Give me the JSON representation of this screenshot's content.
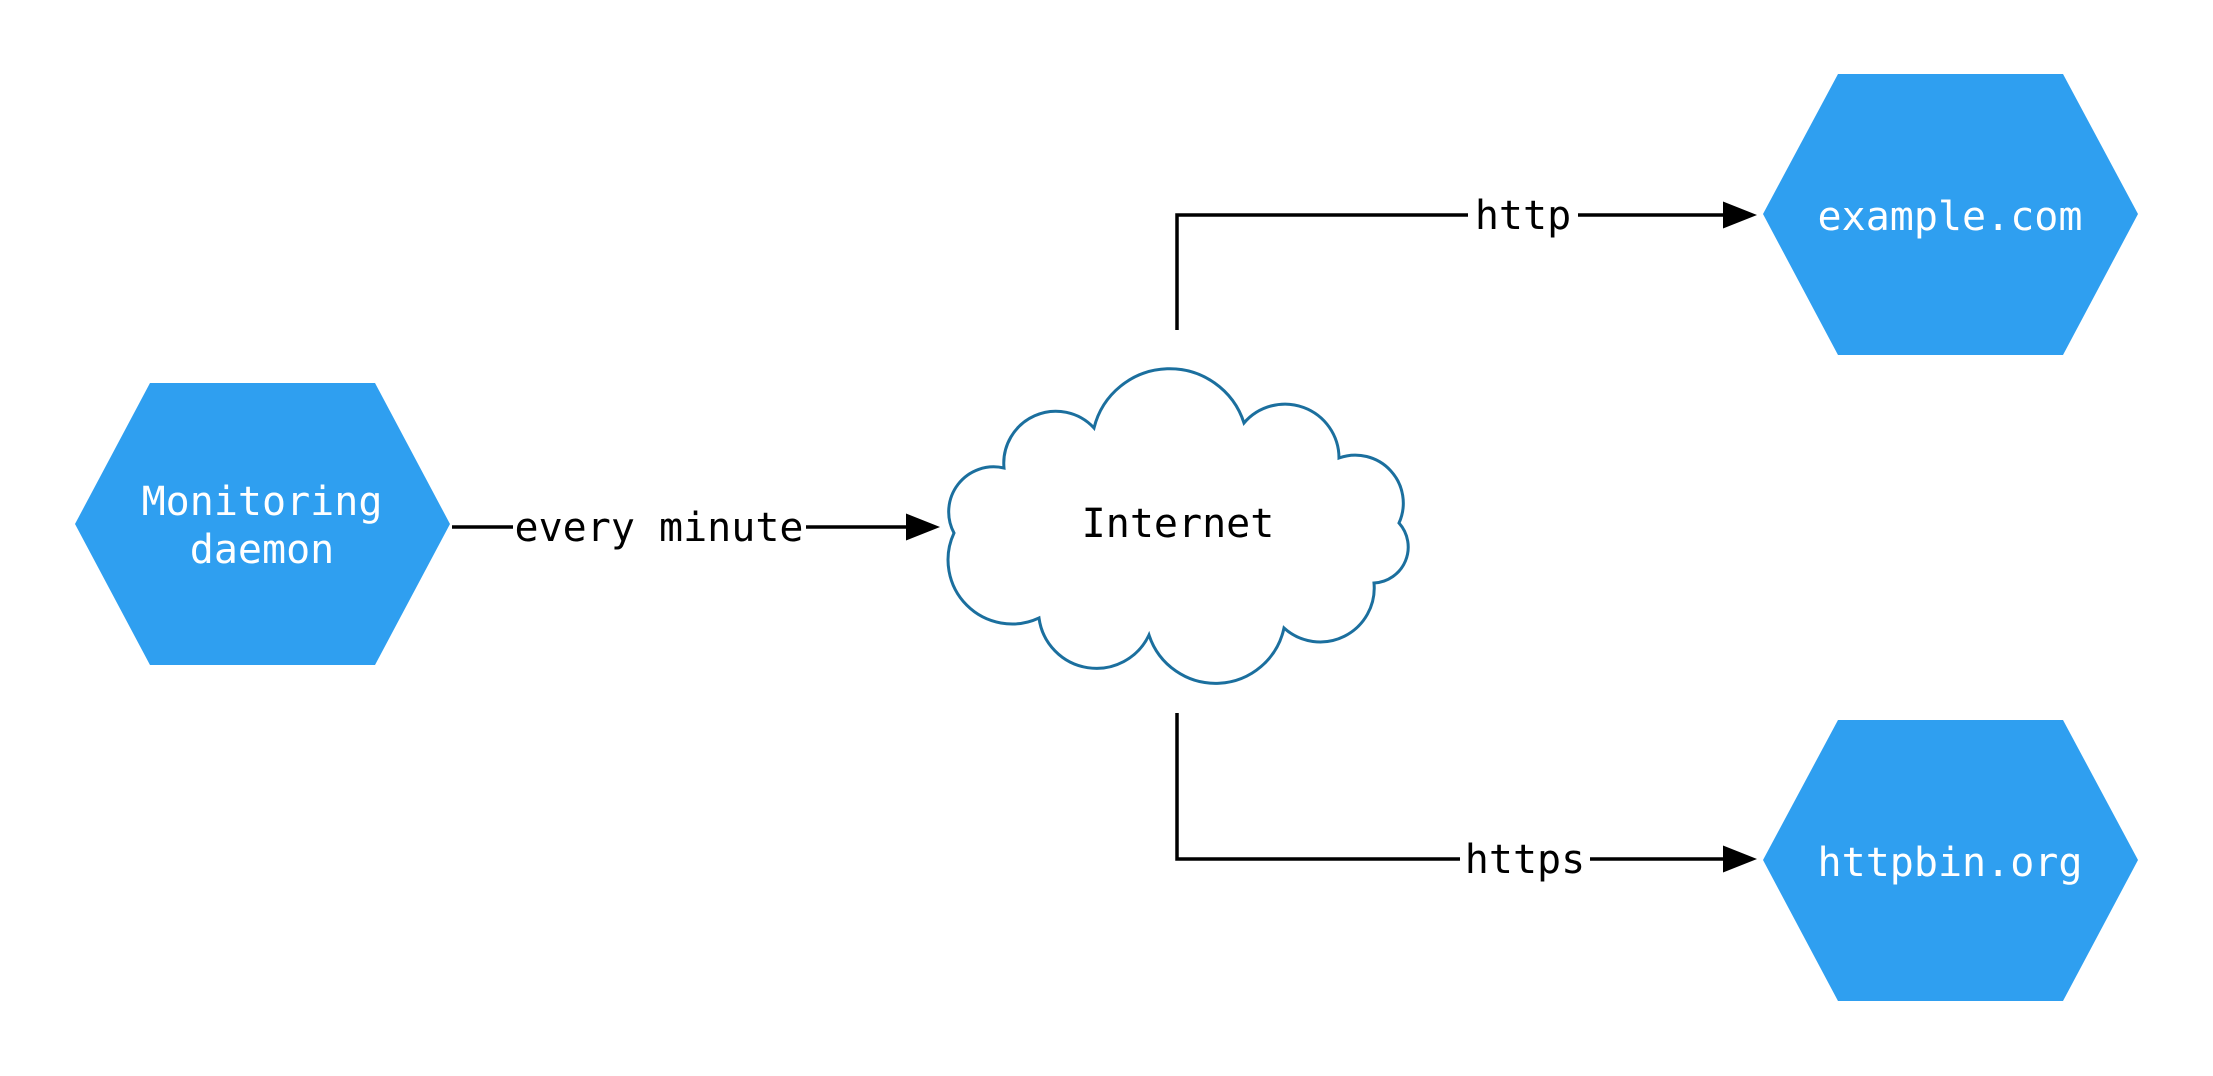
{
  "canvas": {
    "background": "#ffffff"
  },
  "colors": {
    "node_fill": "#2F9FF0",
    "node_text": "#ffffff",
    "cloud_fill": "#ffffff",
    "cloud_stroke": "#1B6F9E",
    "edge_line": "#000000",
    "edge_text": "#000000"
  },
  "nodes": {
    "monitoring_daemon": {
      "shape": "hexagon",
      "label_line1": "Monitoring",
      "label_line2": "daemon"
    },
    "internet": {
      "shape": "cloud",
      "label": "Internet"
    },
    "example_com": {
      "shape": "hexagon",
      "label": "example.com"
    },
    "httpbin_org": {
      "shape": "hexagon",
      "label": "httpbin.org"
    }
  },
  "edges": [
    {
      "from": "monitoring_daemon",
      "to": "internet",
      "label": "every minute"
    },
    {
      "from": "internet",
      "to": "example_com",
      "label": "http"
    },
    {
      "from": "internet",
      "to": "httpbin_org",
      "label": "https"
    }
  ]
}
